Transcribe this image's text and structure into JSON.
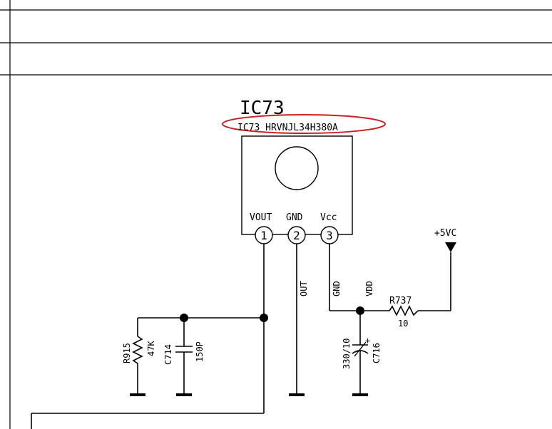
{
  "ic": {
    "designator": "IC73",
    "part_label": "IC73 HRVNJL34H380A",
    "highlight_color": "#cc1f1f",
    "pins": [
      {
        "number": "1",
        "name": "VOUT"
      },
      {
        "number": "2",
        "name": "GND"
      },
      {
        "number": "3",
        "name": "Vcc"
      }
    ]
  },
  "nets": {
    "out": "OUT",
    "gnd": "GND",
    "vdd": "VDD",
    "supply": "+5VC"
  },
  "components": {
    "r915": {
      "ref": "R915",
      "value": "47K"
    },
    "c714": {
      "ref": "C714",
      "value": "150P"
    },
    "c716": {
      "ref": "C716",
      "value": "330/10",
      "polarity": "+"
    },
    "r737": {
      "ref": "R737",
      "value": "10"
    }
  }
}
